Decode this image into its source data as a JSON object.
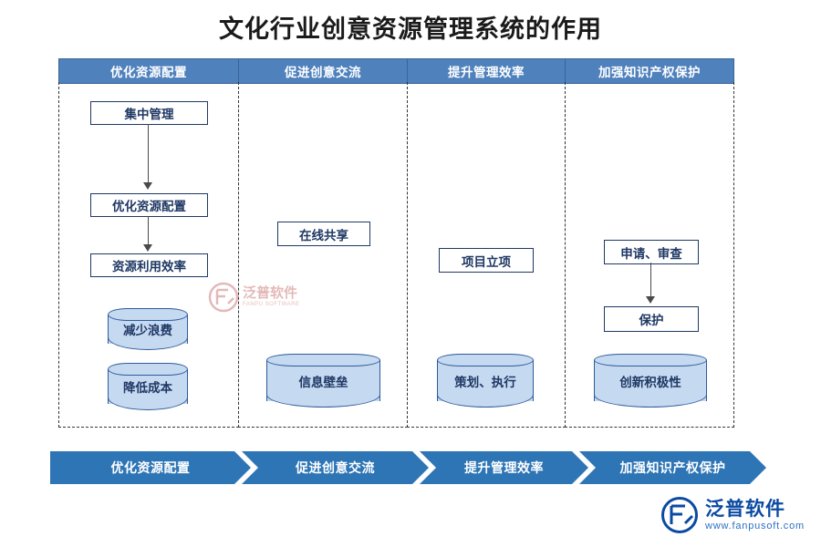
{
  "title": "文化行业创意资源管理系统的作用",
  "columns": [
    {
      "header": "优化资源配置",
      "nodes": [
        {
          "label": "集中管理",
          "shape": "box"
        },
        {
          "label": "优化资源配置",
          "shape": "box"
        },
        {
          "label": "资源利用效率",
          "shape": "box"
        },
        {
          "label": "减少浪费",
          "shape": "cylinder"
        },
        {
          "label": "降低成本",
          "shape": "cylinder"
        }
      ]
    },
    {
      "header": "促进创意交流",
      "nodes": [
        {
          "label": "在线共享",
          "shape": "box"
        },
        {
          "label": "信息壁垒",
          "shape": "cylinder"
        }
      ]
    },
    {
      "header": "提升管理效率",
      "nodes": [
        {
          "label": "项目立项",
          "shape": "box"
        },
        {
          "label": "策划、执行",
          "shape": "cylinder"
        }
      ]
    },
    {
      "header": "加强知识产权保护",
      "nodes": [
        {
          "label": "申请、审查",
          "shape": "box"
        },
        {
          "label": "保护",
          "shape": "box"
        },
        {
          "label": "创新积极性",
          "shape": "cylinder"
        }
      ]
    }
  ],
  "footer_banner": [
    "优化资源配置",
    "促进创意交流",
    "提升管理效率",
    "加强知识产权保护"
  ],
  "watermark": {
    "cn": "泛普软件",
    "en": "FANPU SOFTWARE"
  },
  "logo": {
    "cn": "泛普软件",
    "en": "www.fanpusoft.com"
  },
  "colors": {
    "header_blue": "#4f81bd",
    "banner_blue": "#2e75b6",
    "cylinder_fill": "#c5d9f1",
    "text_navy": "#1f3864",
    "logo_blue": "#0b4aa2"
  }
}
